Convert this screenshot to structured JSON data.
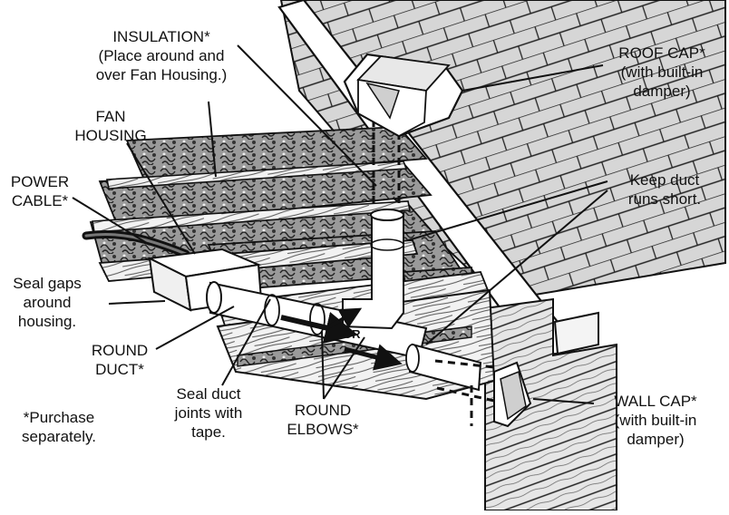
{
  "labels": {
    "insulation": [
      "INSULATION*",
      "(Place around and",
      "over Fan Housing.)"
    ],
    "roof_cap": [
      "ROOF CAP*",
      "(with built-in",
      "damper)"
    ],
    "fan_housing": [
      "FAN",
      "HOUSING"
    ],
    "power_cable": [
      "POWER",
      "CABLE*"
    ],
    "keep_short": [
      "Keep duct",
      "runs short."
    ],
    "seal_gaps": [
      "Seal gaps",
      "around",
      "housing."
    ],
    "round_duct": [
      "ROUND",
      "DUCT*"
    ],
    "seal_joints": [
      "Seal duct",
      "joints with",
      "tape."
    ],
    "round_elbows": [
      "ROUND",
      "ELBOWS*"
    ],
    "wall_cap": [
      "WALL CAP*",
      "(with built-in",
      "damper)"
    ],
    "purchase": [
      "*Purchase",
      "separately."
    ],
    "or": "OR"
  },
  "colors": {
    "ink": "#111111",
    "shingle": "#d9d9d9",
    "wood": "#eeeeee",
    "insulation": "#8a8a8a"
  }
}
